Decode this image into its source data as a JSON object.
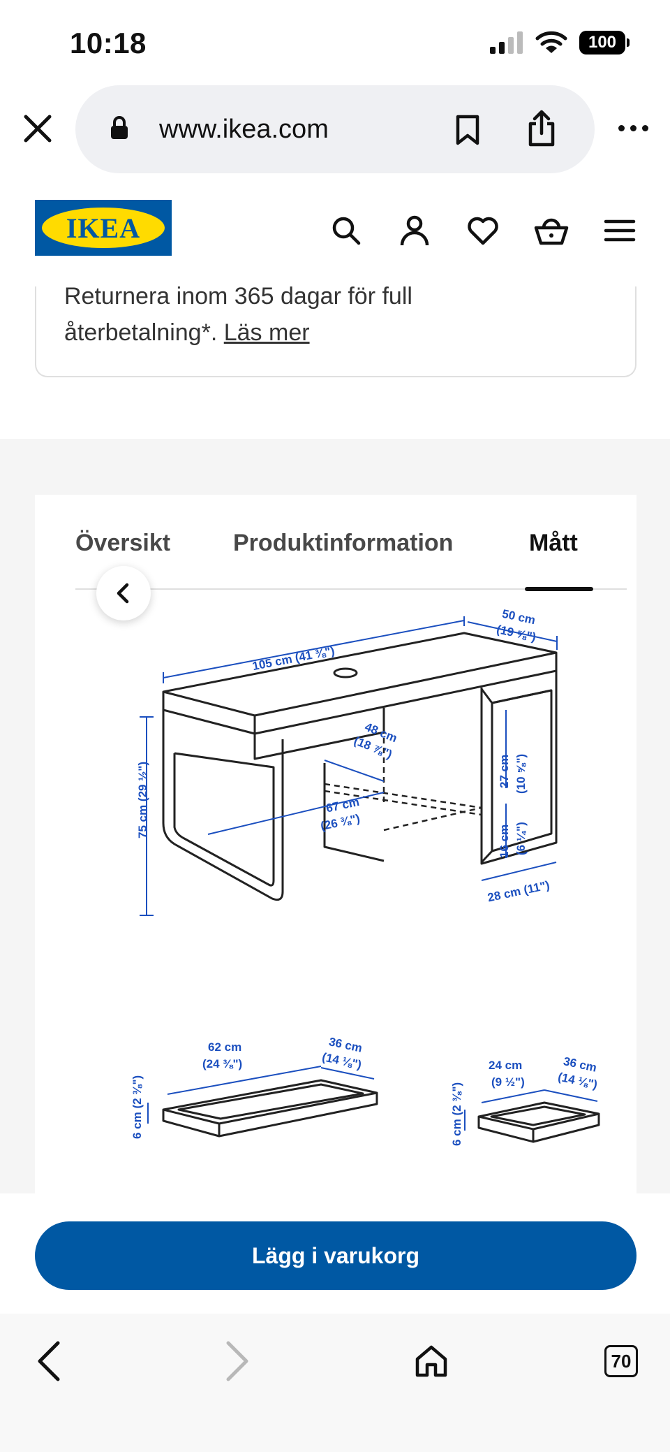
{
  "status_bar": {
    "time": "10:18",
    "battery": "100"
  },
  "browser": {
    "url": "www.ikea.com",
    "tab_count": "70"
  },
  "header": {
    "logo_text": "IKEA",
    "brand_blue": "#0058a3",
    "brand_yellow": "#ffdb00",
    "icons": [
      "search-icon",
      "account-icon",
      "heart-icon",
      "basket-icon",
      "menu-icon"
    ]
  },
  "return_policy": {
    "line1": "Returnera inom 365 dagar för full",
    "line2": "återbetalning*.",
    "link": "Läs mer"
  },
  "tabs": {
    "overview": "Översikt",
    "info": "Produktinformation",
    "dimensions": "Mått"
  },
  "dimensions": {
    "width": "105 cm (41 ⅜\")",
    "depth_a": "50 cm",
    "depth_b": "(19 ⅝\")",
    "height": "75 cm (29 ½\")",
    "inner_depth_a": "48 cm",
    "inner_depth_b": "(18 ⅞\")",
    "inner_width_a": "67 cm",
    "inner_width_b": "(26 ⅜\")",
    "cab_top_a": "27 cm",
    "cab_top_b": "(10 ⅝\")",
    "cab_bottom_a": "16 cm",
    "cab_bottom_b": "(6 ¼\")",
    "cab_width": "28 cm (11\")",
    "drawer1_w_a": "62 cm",
    "drawer1_w_b": "(24 ⅜\")",
    "drawer1_d_a": "36 cm",
    "drawer1_d_b": "(14 ⅛\")",
    "drawer1_h": "6 cm (2 ⅜\")",
    "drawer2_w_a": "24 cm",
    "drawer2_w_b": "(9 ½\")",
    "drawer2_d_a": "36 cm",
    "drawer2_d_b": "(14 ⅛\")",
    "drawer2_h": "6 cm (2 ⅜\")",
    "label_color": "#1b4fbf"
  },
  "cart": {
    "button_label": "Lägg i varukorg"
  }
}
